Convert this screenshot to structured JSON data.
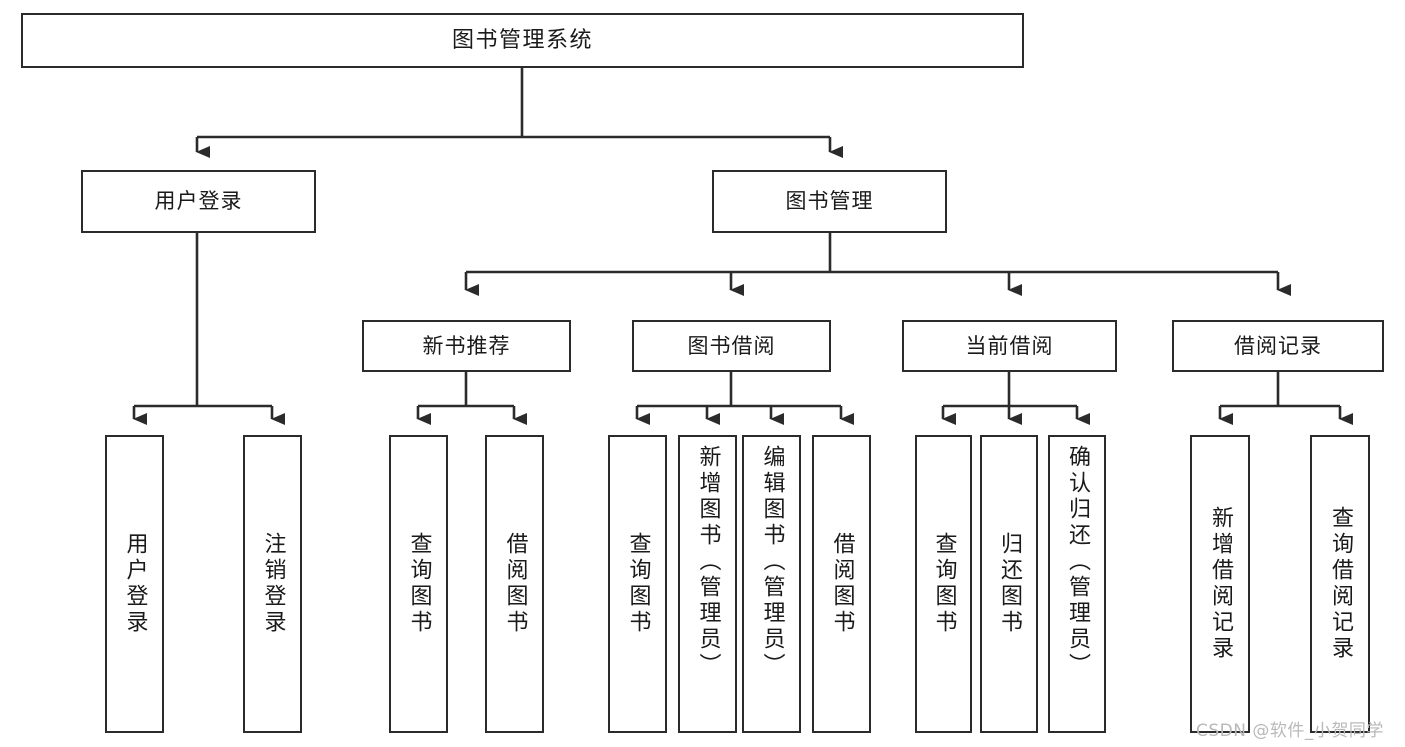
{
  "diagram": {
    "title": "图书管理系统",
    "type": "tree-hierarchy-chart",
    "nodes": {
      "root": {
        "label": "图书管理系统"
      },
      "level2": [
        {
          "id": "user-login",
          "label": "用户登录"
        },
        {
          "id": "book-manage",
          "label": "图书管理"
        }
      ],
      "level3": [
        {
          "id": "new-book-recommend",
          "label": "新书推荐"
        },
        {
          "id": "book-borrow",
          "label": "图书借阅"
        },
        {
          "id": "current-borrow",
          "label": "当前借阅"
        },
        {
          "id": "borrow-record",
          "label": "借阅记录"
        }
      ],
      "leaves": [
        {
          "id": "leaf-user-login",
          "label": "用户登录",
          "parent": "user-login"
        },
        {
          "id": "leaf-logout-login",
          "label": "注销登录",
          "parent": "user-login"
        },
        {
          "id": "leaf-query-book-1",
          "label": "查询图书",
          "parent": "new-book-recommend"
        },
        {
          "id": "leaf-borrow-book-1",
          "label": "借阅图书",
          "parent": "new-book-recommend"
        },
        {
          "id": "leaf-query-book-2",
          "label": "查询图书",
          "parent": "book-borrow"
        },
        {
          "id": "leaf-add-book",
          "label": "新增图书（管理员）",
          "parent": "book-borrow"
        },
        {
          "id": "leaf-edit-book",
          "label": "编辑图书（管理员）",
          "parent": "book-borrow"
        },
        {
          "id": "leaf-borrow-book-2",
          "label": "借阅图书",
          "parent": "book-borrow"
        },
        {
          "id": "leaf-query-book-3",
          "label": "查询图书",
          "parent": "current-borrow"
        },
        {
          "id": "leaf-return-book",
          "label": "归还图书",
          "parent": "current-borrow"
        },
        {
          "id": "leaf-confirm-return",
          "label": "确认归还（管理员）",
          "parent": "current-borrow"
        },
        {
          "id": "leaf-add-record",
          "label": "新增借阅记录",
          "parent": "borrow-record"
        },
        {
          "id": "leaf-query-record",
          "label": "查询借阅记录",
          "parent": "borrow-record"
        }
      ]
    },
    "watermark": "CSDN @软件_小贺同学",
    "colors": {
      "border": "#2b2b2b",
      "background": "#ffffff",
      "text": "#1a1a1a",
      "watermark": "#b9b9b9"
    }
  }
}
